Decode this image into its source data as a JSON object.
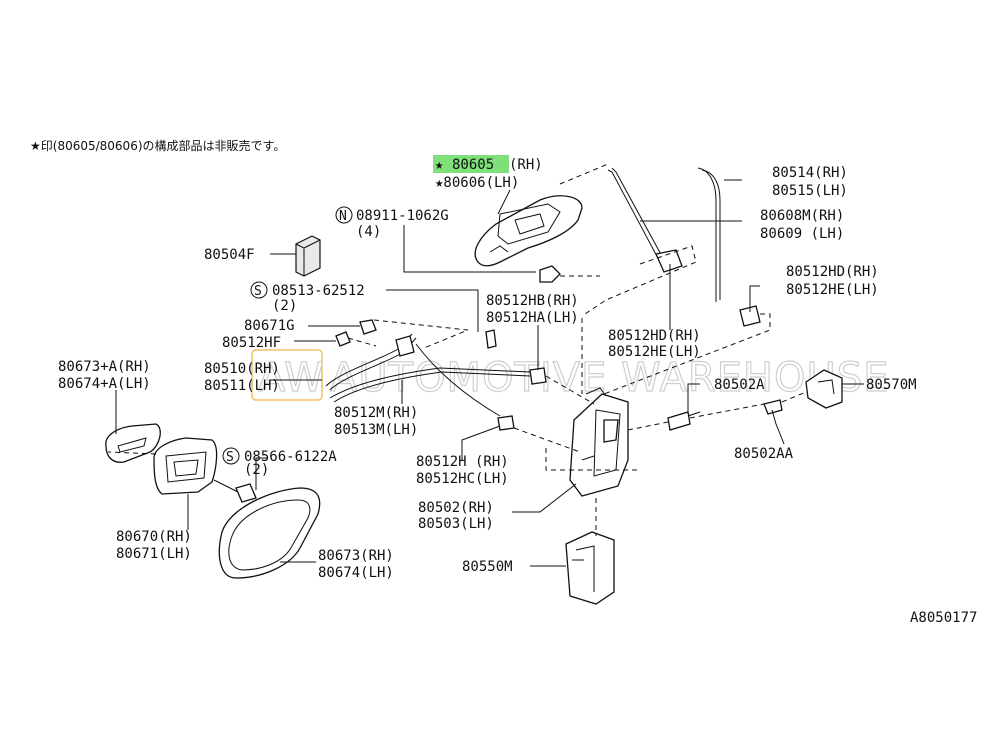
{
  "note": "★印(80605/80606)の構成部品は非販売です。",
  "highlight_color": "#7fe07a",
  "watermark": "AUTOMOTIVE WAREHOUSE",
  "watermark_logo": "AW",
  "figure_id": "A8050177",
  "labels": {
    "p80605": "80605",
    "p80605_suffix": "(RH)",
    "p80606": "★80606(LH)",
    "p80514": "80514(RH)",
    "p80515": "80515(LH)",
    "p80608m": "80608M(RH)",
    "p80609": "80609 (LH)",
    "p08911": "08911-1062G",
    "p08911_qty": "(4)",
    "p80504f": "80504F",
    "p80512hd": "80512HD(RH)",
    "p80512he": "80512HE(LH)",
    "p08513": "08513-62512",
    "p08513_qty": "(2)",
    "p80512hb": "80512HB(RH)",
    "p80512ha": "80512HA(LH)",
    "p80512hd2": "80512HD(RH)",
    "p80512he2": "80512HE(LH)",
    "p80671g": "80671G",
    "p80512hf": "80512HF",
    "p80673a": "80673+A(RH)",
    "p80674a": "80674+A(LH)",
    "p80510": "80510(RH)",
    "p80511": "80511(LH)",
    "p80512m": "80512M(RH)",
    "p80513m": "80513M(LH)",
    "p80502a": "80502A",
    "p80570m": "80570M",
    "p80502aa": "80502AA",
    "p08566": "08566-6122A",
    "p08566_qty": "(2)",
    "p80512h": "80512H (RH)",
    "p80512hc": "80512HC(LH)",
    "p80502": "80502(RH)",
    "p80503": "80503(LH)",
    "p80670": "80670(RH)",
    "p80671": "80671(LH)",
    "p80673": "80673(RH)",
    "p80674": "80674(LH)",
    "p80550m": "80550M"
  }
}
